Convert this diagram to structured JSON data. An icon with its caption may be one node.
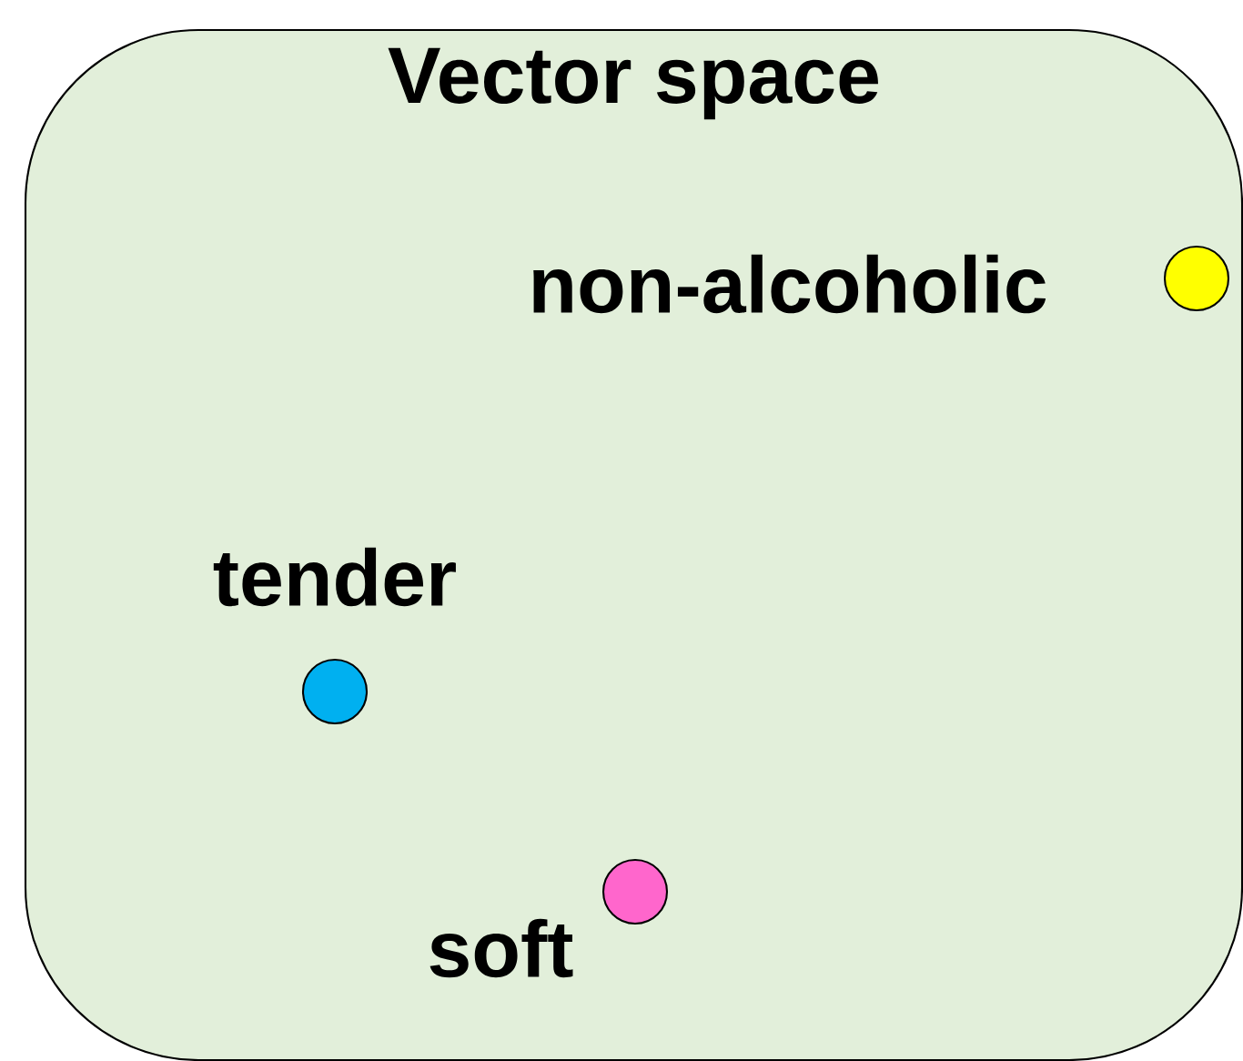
{
  "diagram": {
    "nodes": [
      {
        "text": [
          "Vector space"
        ]
      },
      {
        "text": [],
        "shape": "circle",
        "beside": [
          "non-alcoholic"
        ],
        "in": 0
      },
      {
        "text": [],
        "shape": "circle",
        "beside": [
          "tender"
        ],
        "in": 0
      },
      {
        "text": [],
        "shape": "circle",
        "beside": [
          "soft"
        ],
        "in": 0
      }
    ]
  }
}
